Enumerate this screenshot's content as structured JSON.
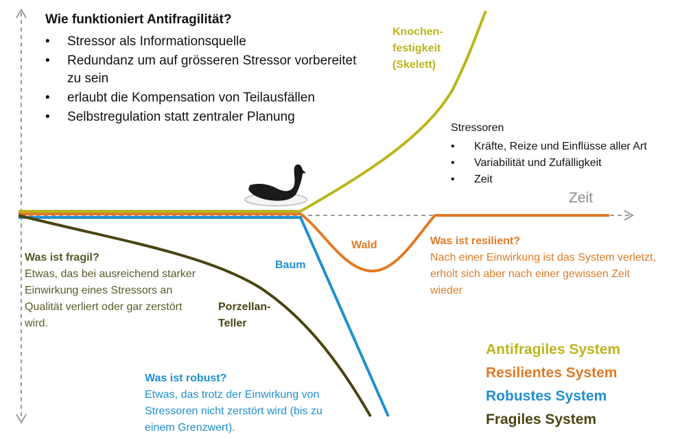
{
  "intro": {
    "title": "Wie funktioniert Antifragilität?",
    "bullets": [
      "Stressor als Informationsquelle",
      "Redundanz um auf grösseren Stressor vorbereitet zu sein",
      "erlaubt die Kompensation von Teilausfällen",
      "Selbstregulation statt zentraler Planung"
    ]
  },
  "stressoren": {
    "title": "Stressoren",
    "bullets": [
      "Kräfte, Reize und Einflüsse aller Art",
      "Variabilität und Zufälligkeit",
      "Zeit"
    ]
  },
  "axis": {
    "x_label": "Zeit"
  },
  "curve_labels": {
    "knochen_1": "Knochen-",
    "knochen_2": "festigkeit",
    "knochen_3": "(Skelett)",
    "wald": "Wald",
    "baum": "Baum",
    "porzellan_1": "Porzellan-",
    "porzellan_2": "Teller"
  },
  "fragil": {
    "heading": "Was ist fragil?",
    "text": "Etwas, das bei ausreichend starker Einwirkung eines Stressors an Qualität verliert oder gar zerstört wird."
  },
  "resilient": {
    "heading": "Was ist resilient?",
    "text": "Nach einer Einwirkung ist das System verletzt, erholt sich aber nach einer gewissen Zeit wieder"
  },
  "robust": {
    "heading": "Was ist robust?",
    "text": "Etwas, das trotz der Einwirkung von Stressoren nicht zerstört wird (bis zu einem Grenzwert)."
  },
  "legend": [
    {
      "label": "Antifragiles System",
      "color": "#bcb51d"
    },
    {
      "label": "Resilientes System",
      "color": "#e07b26"
    },
    {
      "label": "Robustes System",
      "color": "#1f8fd1"
    },
    {
      "label": "Fragiles System",
      "color": "#4a4413"
    }
  ],
  "colors": {
    "antifragile": "#bcb51d",
    "resilient": "#e07b26",
    "robust": "#1f8fd1",
    "fragile": "#4a4413",
    "axis": "#9a9a9a"
  },
  "icons": {
    "swan": "black-swan-icon"
  }
}
